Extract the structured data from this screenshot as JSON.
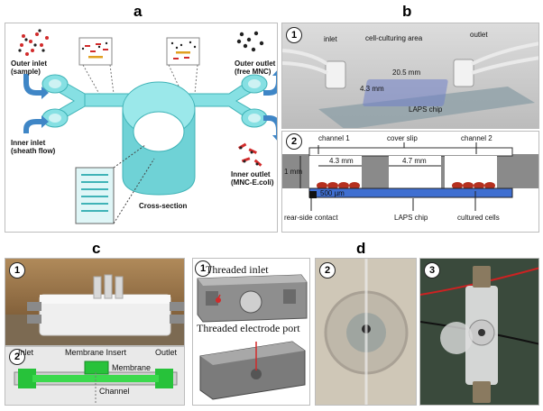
{
  "panels": {
    "a": {
      "label": "a",
      "outer_inlet": "Outer inlet\n(sample)",
      "inner_inlet": "Inner inlet\n(sheath flow)",
      "outer_outlet": "Outer outlet\n(free MNC)",
      "inner_outlet": "Inner outlet\n(MNC-E.coli)",
      "cross_section": "Cross-section"
    },
    "b": {
      "label": "b",
      "sub1": "1",
      "sub2": "2",
      "inlet": "inlet",
      "outlet": "outlet",
      "cell_area": "cell-culturing area",
      "dim_20_5": "20.5 mm",
      "dim_4_3_photo": "4.3 mm",
      "laps_chip_photo": "LAPS chip",
      "channel1": "channel 1",
      "cover_slip": "cover slip",
      "channel2": "channel 2",
      "dim_1mm": "1 mm",
      "dim_4_3": "4.3 mm",
      "dim_4_7": "4.7 mm",
      "dim_500um": "500 µm",
      "rear_contact": "rear-side contact",
      "laps_chip": "LAPS chip",
      "cultured_cells": "cultured cells"
    },
    "c": {
      "label": "c",
      "sub1": "1",
      "sub2": "2",
      "inlet": "Inlet",
      "membrane_insert": "Membrane Insert",
      "outlet": "Outlet",
      "membrane": "Membrane",
      "channel": "Channel"
    },
    "d": {
      "label": "d",
      "sub1": "1",
      "sub2": "2",
      "sub3": "3",
      "threaded_inlet": "Threaded inlet",
      "threaded_electrode_port": "Threaded electrode port"
    }
  },
  "colors": {
    "chip_cyan": "#86e0e3",
    "chip_cyan_dark": "#3fb3b7",
    "arrow_blue": "#3f86c6",
    "laps_blue": "#3f6fd1",
    "cells_red": "#b5301f",
    "channel_green": "#27c23a",
    "sample_red": "#d22b2b"
  }
}
